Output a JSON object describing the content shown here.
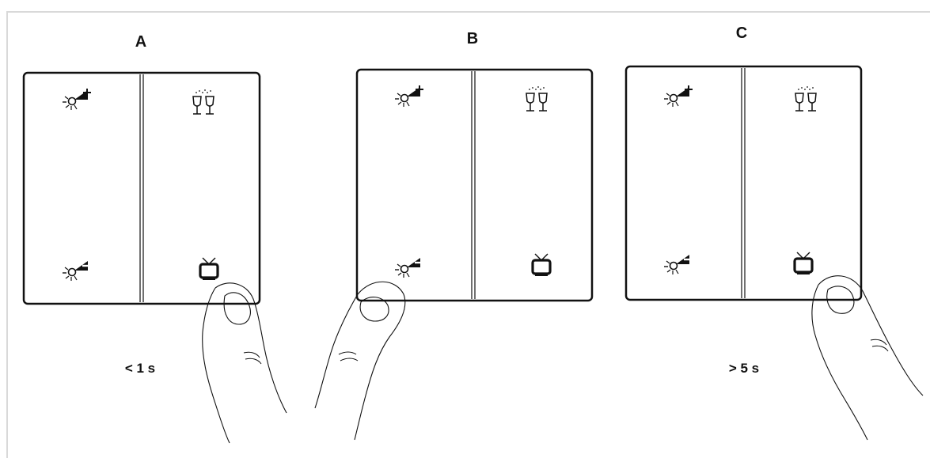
{
  "panels": [
    {
      "letter": "A",
      "duration": "< 1 s",
      "icons": {
        "top_left": "dim-up-icon",
        "top_right": "champagne-glasses-icon",
        "bottom_left": "dim-down-icon",
        "bottom_right": "tv-icon"
      },
      "finger_on": "bottom-right-rocker"
    },
    {
      "letter": "B",
      "duration": "",
      "icons": {
        "top_left": "dim-up-icon",
        "top_right": "champagne-glasses-icon",
        "bottom_left": "dim-down-icon",
        "bottom_right": "tv-icon"
      },
      "finger_on": "bottom-left-rocker"
    },
    {
      "letter": "C",
      "duration": "> 5 s",
      "icons": {
        "top_left": "dim-up-icon",
        "top_right": "champagne-glasses-icon",
        "bottom_left": "dim-down-icon",
        "bottom_right": "tv-icon"
      },
      "finger_on": "bottom-right-rocker"
    }
  ],
  "colors": {
    "stroke": "#111111",
    "frame": "#d9d9d9"
  }
}
